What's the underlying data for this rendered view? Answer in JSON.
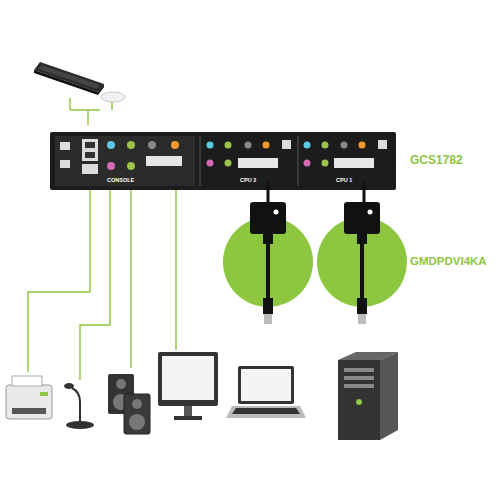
{
  "diagram": {
    "labels": [
      "GCS1782",
      "GMDPDVI4KA",
      "CONSOLE",
      "CPU 2",
      "CPU 1"
    ]
  }
}
